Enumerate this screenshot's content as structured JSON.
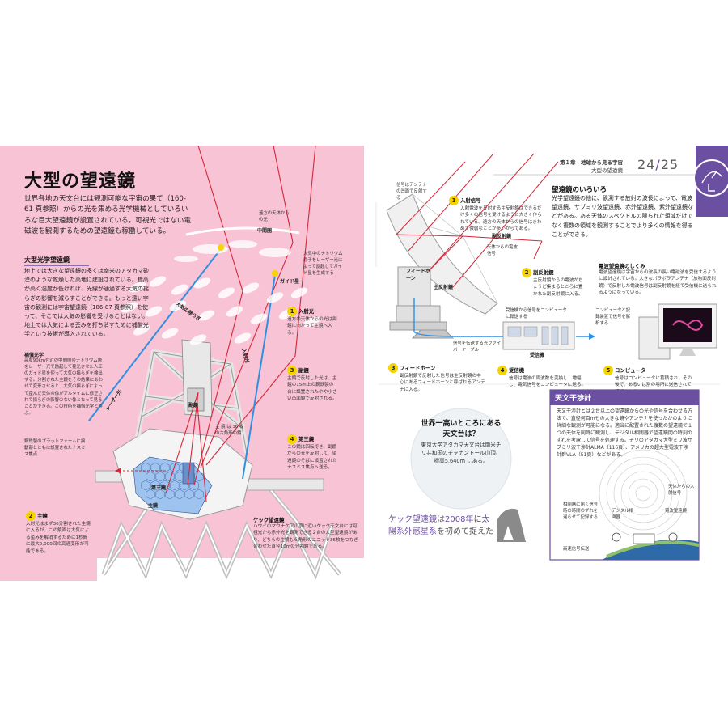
{
  "left": {
    "title": "大型の望遠鏡",
    "lead": "世界各地の天文台には観測可能な宇宙の果て（160-61 頁参照）からの光を集める光学機械としていろいろな巨大望遠鏡が設置されている。可視光ではない電磁波を観測するための望遠鏡も稼働している。",
    "section_title": "大型光学望遠鏡",
    "section_body": "地上では大きな望遠鏡の多くは南米のアタカマ砂漠のような乾燥した高地に建設されている。標高が高く湿度が低ければ、光線が通過する大気の揺らぎの影響を減らすことができる。もっと遠い宇宙の観測には宇宙望遠鏡（186-87 頁参照）を使って、そこでは大気の影響を受けることはない。地上では大気による歪みを打ち消すために補償光学という技術が導入されている。",
    "ao_title": "補償光学",
    "ao_body": "高度90km付近の中間圏のナトリウム層をレーザー光で励起して発光させた人工のガイド星を使って大気の揺らぎを検出する。分割された主鏡をその結果にあわせて変形させると、大気の揺らぎによって歪んだ天体の像がアルタイムに修正されて揺らぎの影響のない像となって見ることができる。この技術を補償光学と呼ぶ。",
    "platform_note": "鋼鉄製のプラットフォームに揺動部とともに設置されたナスミス焦点",
    "labels": {
      "starlight": "遠方の天体からの光",
      "mesosphere": "中間圏",
      "sodium_note": "大気中のナトリウム原子をレーザー光によって励起してガイド星を生成する",
      "guide_star": "ガイド星",
      "atmosphere": "大気の揺らぎ",
      "incoming_light": "入射光",
      "laser": "レーザー光",
      "secondary": "副鏡",
      "tertiary": "第三鏡",
      "primary": "主鏡",
      "hex_note": "主 鏡 は 36 枚の六角形の鏡"
    },
    "steps": [
      {
        "num": "1",
        "title": "入射光",
        "body": "遠方の天体からの光は副鏡に向かって主鏡へ入る。"
      },
      {
        "num": "2",
        "title": "主鏡",
        "body": "入射光はまず36分割された主鏡に入るが、この鏡面は大気による歪みを解消するために1秒間に最大2,000回の高速変形が可能である。"
      },
      {
        "num": "3",
        "title": "副鏡",
        "body": "主鏡で反射した光は、主鏡の15m上の鋼鉄製の台に設置されたやや小さい凸面鏡で反射される。"
      },
      {
        "num": "4",
        "title": "第三鏡",
        "body": "この鏡は回転でき、副鏡からの光を反射して、望遠鏡のそばに設置されたナスミス焦点へ送る。"
      }
    ],
    "keck_title": "ケック望遠鏡",
    "keck_body": "ハワイのマウナケア山頂に近いケック天文台には可視光から赤外光を観測できる２台の大型望遠鏡があり、どちらの主鏡も６角形のユニット36枚をつなぎ合わせた直径10mの分割鏡である。"
  },
  "right": {
    "chapter": "第１章　地球から見る宇宙",
    "chapter_sub": "大型の望遠鏡",
    "page_left": "24",
    "page_sep": "/",
    "page_right": "25",
    "antenna_note": "信号はアンテナの凹面で反射する",
    "feed_horn": "フィードホーン",
    "subreflector": "副反射鏡",
    "main_reflector": "主反射鏡",
    "signal_note": "天体からの電波信号",
    "cable_note": "信号を伝送する光ファイバーケーブル",
    "receiver": "受信機",
    "receiver_note": "受信機から信号をコンピュータに転送する",
    "computer_note": "コンピュータと記録装置で信号を解析する",
    "radio_steps": [
      {
        "num": "1",
        "title": "入射信号",
        "body": "入射電波を反射する主反射鏡はできるだけ多くの信号を受けるように大きく作られている。遠方の天体からの信号はきわめて微弱なことが多いからである。"
      },
      {
        "num": "2",
        "title": "副反射鏡",
        "body": "主反射鏡からの電波がちょうど集まるところに置かれた副反射鏡に入る。"
      },
      {
        "num": "3",
        "title": "フィードホーン",
        "body": "副反射鏡で反射した信号は主反射鏡の中心にあるフィードホーンと呼ばれるアンテナに入る。"
      },
      {
        "num": "4",
        "title": "受信機",
        "body": "信号は電波の周波数を変換し、増幅し、電気信号をコンピュータに送る。"
      },
      {
        "num": "5",
        "title": "コンピュータ",
        "body": "信号はコンピュータに蓄積され、その後で、あるいは別の場所に送信されて解析される。"
      }
    ],
    "variety_title": "望遠鏡のいろいろ",
    "variety_body": "光学望遠鏡の他に、観測する放射の波長によって、電波望遠鏡、サブミリ波望遠鏡、赤外望遠鏡、紫外望遠鏡などがある。ある天体のスペクトルの限られた領域だけでなく複数の領域を観測することでより多くの情報を得ることができる。",
    "mech_title": "電波望遠鏡のしくみ",
    "mech_body": "電波望遠鏡は宇宙からの波長の長い電磁波を受信するように設計されている。大きなパラボラアンテナ（放物面反射鏡）で反射した電波信号は副反射鏡を経て受信機に送られるようになっている。",
    "highest_title": "世界一高いところにある天文台は？",
    "highest_body": "東京大学アタカマ天文台は南米チリ共和国のチャナントール山頂、標高5,640m にある。",
    "keck_fact_1": "ケック望遠鏡",
    "keck_fact_2": "は",
    "keck_fact_3": "2008年",
    "keck_fact_4": "に",
    "keck_fact_5": "太陽系外惑星系",
    "keck_fact_6": "を初めて捉えた",
    "interf_title": "天文干渉計",
    "interf_body": "天文干渉計とは２台以上の望遠鏡からの光や信号を合わせる方法で、直径何百mもの大きな鏡やアンテナを使ったかのように詳細な観測が可能になる。適当に配置された複数の望遠鏡で１つの天体を同時に観測し、デジタル相関器で望遠鏡間の時刻のずれを考慮して信号を処理する。チリのアタカマ大型ミリ波サブミリ波干渉計ALMA（116頁）、アメリカの超大型電波干渉計群VLA（51頁）などがある。",
    "interf_labels": {
      "source": "天体からの入射信号",
      "delay": "相関器に届く信号時の時間のずれを遅らせて記録する",
      "correlator": "デジタル相関器",
      "antenna": "電波望遠鏡",
      "transmit": "高速信号伝送"
    }
  }
}
